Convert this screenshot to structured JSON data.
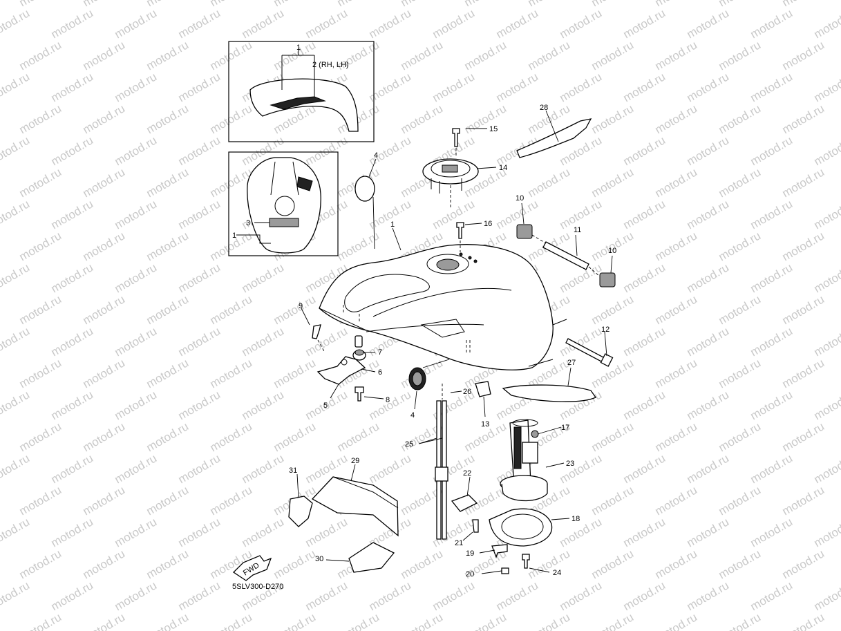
{
  "watermark": "motod.ru",
  "diagram_code": "5SLV300-D270",
  "fwd_label": "FWD",
  "inset_top": {
    "label_1": "1",
    "label_2": "2 (RH, LH)"
  },
  "inset_bottom": {
    "label_3": "3",
    "label_1": "1"
  },
  "callouts": {
    "c1": "1",
    "c4a": "4",
    "c4b": "4",
    "c5": "5",
    "c6": "6",
    "c7": "7",
    "c8": "8",
    "c9": "9",
    "c10a": "10",
    "c10b": "10",
    "c11": "11",
    "c12": "12",
    "c13": "13",
    "c14": "14",
    "c15": "15",
    "c16": "16",
    "c17": "17",
    "c18": "18",
    "c19": "19",
    "c20": "20",
    "c21": "21",
    "c22": "22",
    "c23": "23",
    "c24": "24",
    "c25": "25",
    "c26": "26",
    "c27": "27",
    "c28": "28",
    "c29": "29",
    "c30": "30",
    "c31": "31"
  }
}
